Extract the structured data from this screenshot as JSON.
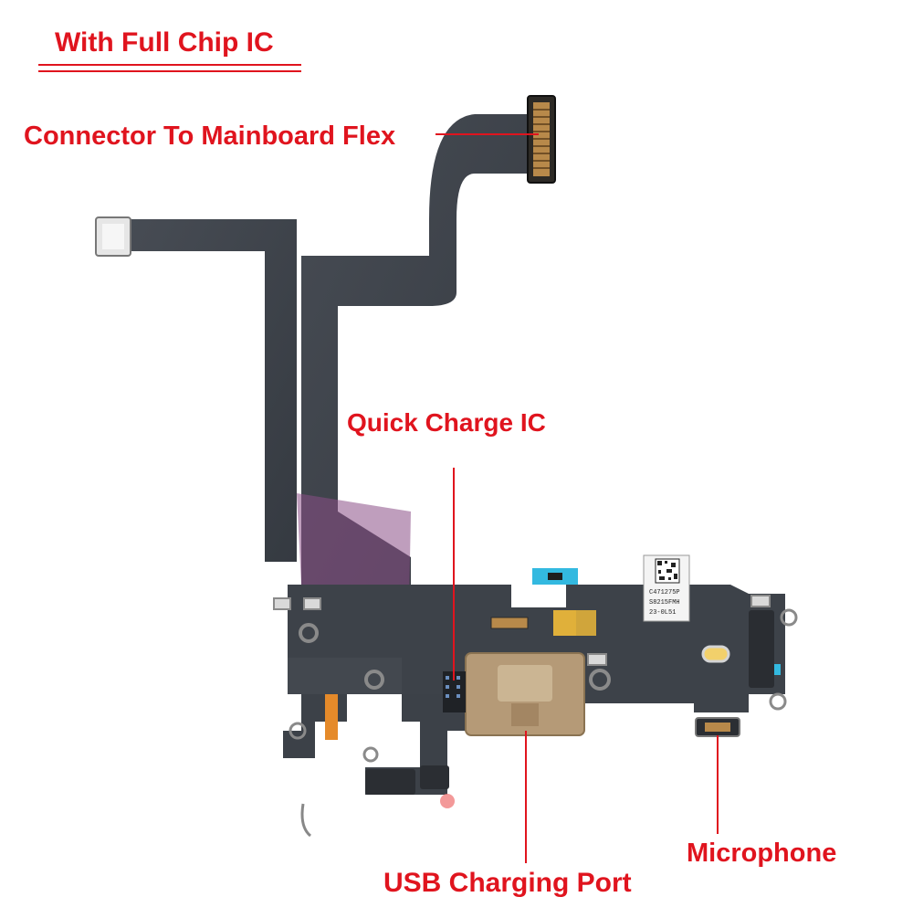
{
  "header": {
    "title": "With Full Chip IC"
  },
  "callouts": {
    "connector": "Connector To Mainboard Flex",
    "quick_charge": "Quick Charge IC",
    "usb_port": "USB Charging Port",
    "microphone": "Microphone"
  },
  "label_sticker": {
    "line1": "C471275P",
    "line2": "S8215FMH",
    "line3": "23-0L51"
  },
  "colors": {
    "label_red": "#e0141e",
    "flex_dark": "#3c4148",
    "flex_mid": "#4b5058",
    "connector_gold": "#b8894a",
    "port_gold": "#b59a77",
    "marking_purple": "#8a4f86",
    "cyan_tape": "#33b9e0"
  },
  "icons": {
    "product": "charging-port-flex-cable-photo"
  }
}
